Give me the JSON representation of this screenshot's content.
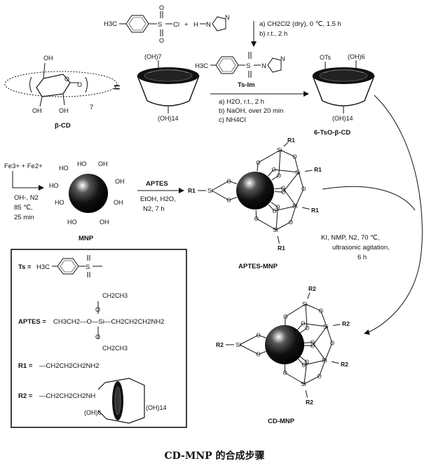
{
  "reagents_top": {
    "tscl_h3c": "H3C",
    "tscl_s": "S",
    "tscl_o": "O",
    "tscl_cl": "Cl",
    "plus": "+",
    "imid_h": "H",
    "imid_n": "N",
    "step_a": "a) CH2Cl2 (dry), 0 ℃, 1.5 h",
    "step_b": "b) r.t., 2 h",
    "tsim_label": "Ts-Im"
  },
  "beta_cd": {
    "label": "β-CD",
    "oh": "OH",
    "o": "O",
    "repeat": "7",
    "equals": "=",
    "oh7": "(OH)7",
    "oh14": "(OH)14"
  },
  "conditions_cd": {
    "a": "a) H2O, r.t., 2 h",
    "b": "b) NaOH, over 20 min",
    "c": "c) NH4Cl"
  },
  "ts_o_cd": {
    "label": "6-TsO-β-CD",
    "ots": "OTs",
    "oh6": "(OH)6",
    "oh14": "(OH)14"
  },
  "iron": {
    "reactants": "Fe3+ + Fe2+",
    "cond1": "OH-, N2",
    "cond2": "85 ℃,",
    "cond3": "25 min",
    "oh": "HO",
    "oh2": "OH"
  },
  "mnp": {
    "label": "MNP"
  },
  "aptes_step": {
    "reagent": "APTES",
    "cond1": "EtOH, H2O,",
    "cond2": "N2, 7 h"
  },
  "aptes_mnp": {
    "label": "APTES-MNP",
    "si": "Si",
    "r1": "R1",
    "o": "O"
  },
  "final_step": {
    "cond1": "KI, NMP, N2, 70 ℃,",
    "cond2": "ultrasonic agitation,",
    "cond3": "6 h"
  },
  "cd_mnp": {
    "label": "CD-MNP",
    "r2": "R2"
  },
  "legend": {
    "ts_label": "Ts =",
    "ts_formula": "H3C",
    "aptes_label": "APTES =",
    "aptes_chain": "CH3CH2—O—Si—CH2CH2CH2NH2",
    "aptes_up": "CH2CH3",
    "aptes_down": "CH2CH3",
    "r1_label": "R1 =",
    "r1_formula": "—CH2CH2CH2NH2",
    "r2_label": "R2 =",
    "r2_formula": "—CH2CH2CH2NH",
    "r2_oh6": "(OH)6",
    "r2_oh14": "(OH)14"
  },
  "caption": "CD-MNP 的合成步骤"
}
